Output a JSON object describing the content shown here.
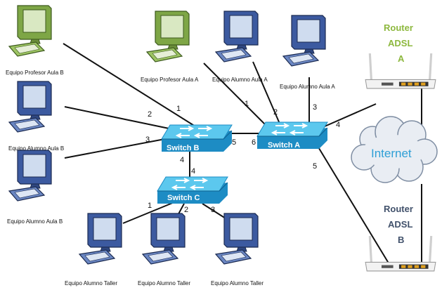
{
  "colors": {
    "monitor_teacher": "#7ea646",
    "monitor_student": "#3c5aa0",
    "switch_top": "#5cc8ee",
    "switch_side": "#1d8cc4",
    "router_a_label": "#8db83e",
    "router_b_label": "#41516b",
    "cloud_text": "#2e9fd6",
    "link": "#111111"
  },
  "computers": {
    "profesor_b": {
      "label": "Equipo Profesor Aula B",
      "kind": "teacher",
      "icon": "desktop-computer-icon"
    },
    "alumno_b1": {
      "label": "Equipo Alumno Aula B",
      "kind": "student",
      "icon": "desktop-computer-icon"
    },
    "alumno_b2": {
      "label": "Equipo Alumno Aula B",
      "kind": "student",
      "icon": "desktop-computer-icon"
    },
    "profesor_a": {
      "label": "Equipo Profesor Aula A",
      "kind": "teacher",
      "icon": "desktop-computer-icon"
    },
    "alumno_a1": {
      "label": "Equipo Alumno Aula A",
      "kind": "student",
      "icon": "desktop-computer-icon"
    },
    "alumno_a2": {
      "label": "Equipo Alumno Aula A",
      "kind": "student",
      "icon": "desktop-computer-icon"
    },
    "taller1": {
      "label": "Equipo Alumno Taller",
      "kind": "student",
      "icon": "desktop-computer-icon"
    },
    "taller2": {
      "label": "Equipo Alumno Taller",
      "kind": "student",
      "icon": "desktop-computer-icon"
    },
    "taller3": {
      "label": "Equipo Alumno Taller",
      "kind": "student",
      "icon": "desktop-computer-icon"
    }
  },
  "switches": {
    "b": {
      "label": "Switch B",
      "icon": "network-switch-icon"
    },
    "a": {
      "label": "Switch A",
      "icon": "network-switch-icon"
    },
    "c": {
      "label": "Switch C",
      "icon": "network-switch-icon"
    }
  },
  "routers": {
    "a": {
      "line1": "Router",
      "line2": "ADSL",
      "line3": "A",
      "icon": "adsl-router-icon"
    },
    "b": {
      "line1": "Router",
      "line2": "ADSL",
      "line3": "B",
      "icon": "adsl-router-icon"
    }
  },
  "cloud": {
    "label": "Internet",
    "icon": "cloud-icon"
  },
  "ports": {
    "b_profesor": "1",
    "b_alumno1": "2",
    "b_alumno2": "3",
    "b_switch_a": "5",
    "b_switch_c": "4",
    "a_profesor": "1",
    "a_alumno1": "2",
    "a_alumno2": "3",
    "a_router_a": "4",
    "a_router_b": "5",
    "a_switch_b": "6",
    "c_switch_b": "4",
    "c_taller1": "1",
    "c_taller2": "2",
    "c_taller3": "3"
  }
}
